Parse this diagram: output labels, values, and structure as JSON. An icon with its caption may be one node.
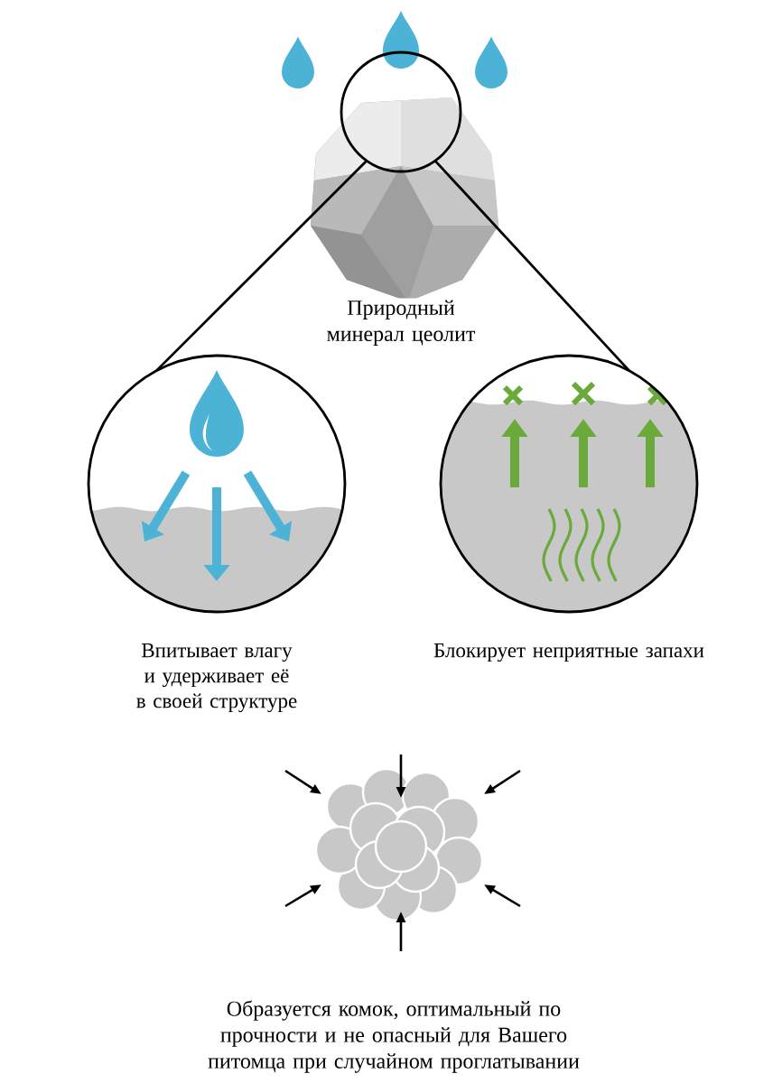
{
  "diagram": {
    "nodes": [
      {
        "text": [],
        "shape": "circle"
      },
      {
        "text": [],
        "shape": "circle",
        "beside": [
          "Впитывает влагу и удерживает её в своей структуре"
        ]
      },
      {
        "text": [],
        "shape": "circle",
        "beside": [
          "Блокирует неприятные запахи"
        ]
      }
    ],
    "edges": [
      {
        "from": 0,
        "to": 1,
        "arrow": "none"
      },
      {
        "from": 0,
        "to": 2,
        "arrow": "none"
      }
    ],
    "labels": [
      "Природный минерал цеолит",
      "Образуется комок, оптимальный по прочности и не опасный для Вашего питомца при случайном проглатывании"
    ]
  }
}
